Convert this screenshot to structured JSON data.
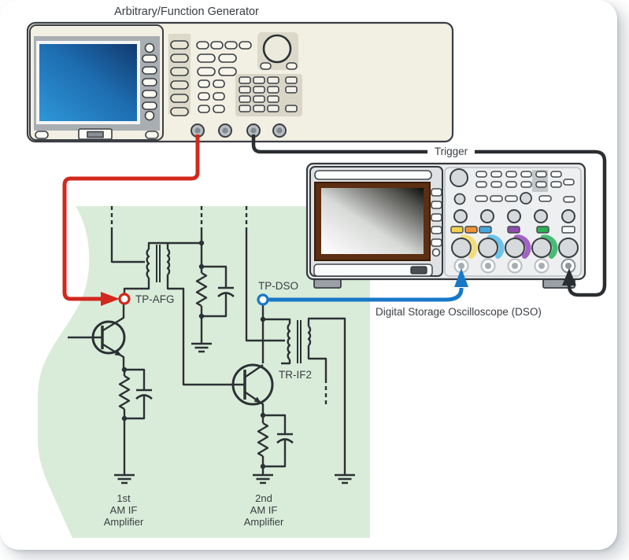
{
  "figure": {
    "afg_title": "Arbitrary/Function Generator",
    "dso_title": "Digital Storage Oscilloscope (DSO)",
    "trigger_label": "Trigger",
    "testpoints": {
      "afg": "TP-AFG",
      "dso": "TP-DSO"
    },
    "transformer_label": "TR-IF2",
    "stage1": [
      "1st",
      "AM IF",
      "Amplifier"
    ],
    "stage2": [
      "2nd",
      "AM IF",
      "Amplifier"
    ]
  },
  "colors": {
    "afg_cable": "#d2281e",
    "dso_cable": "#1878c8",
    "trigger_cable": "#2b2e31",
    "board": "#d9ecd9",
    "ch_yellow": "#f0d24f",
    "ch_orange": "#ef9235",
    "ch_blue": "#45a8dc",
    "ch_purple": "#8f4bad",
    "ch_green": "#2fae57",
    "sw_yellow": "#f4dd79",
    "sw_blue": "#6cc4ec",
    "sw_purple": "#a263c4",
    "sw_green": "#46bd74"
  }
}
